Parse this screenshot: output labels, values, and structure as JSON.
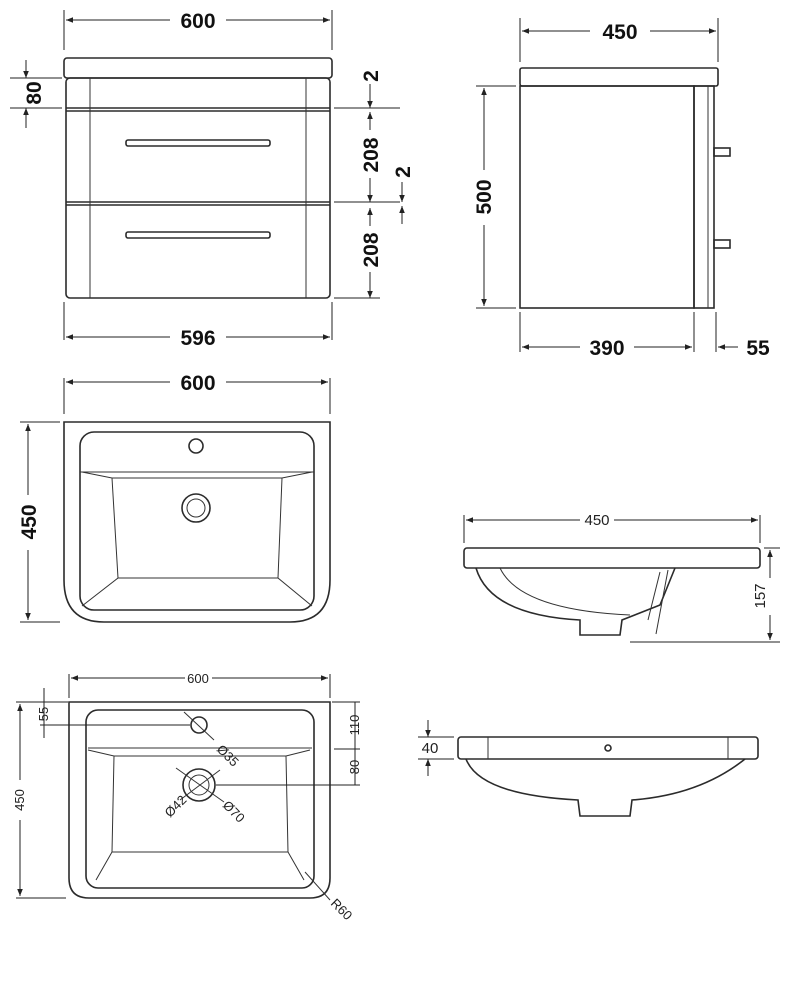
{
  "vanity_front": {
    "width_top": "600",
    "worktop_height": "80",
    "gap_top": "2",
    "drawer_1": "208",
    "gap_mid": "2",
    "drawer_2": "208",
    "width_bottom": "596"
  },
  "vanity_side": {
    "depth": "450",
    "height": "500",
    "body_depth": "390",
    "front_depth": "55"
  },
  "basin_plan": {
    "width": "600",
    "depth": "450"
  },
  "basin_profile": {
    "depth": "450",
    "height": "157"
  },
  "basin_detail": {
    "width": "600",
    "tap_offset": "55",
    "depth": "450",
    "tap_to_deck": "110",
    "deck_to_waste": "80",
    "tap_hole": "Ø35",
    "waste_inner": "Ø42",
    "waste_outer": "Ø70",
    "corner_radius": "R60"
  },
  "basin_front": {
    "rim_height": "40"
  }
}
